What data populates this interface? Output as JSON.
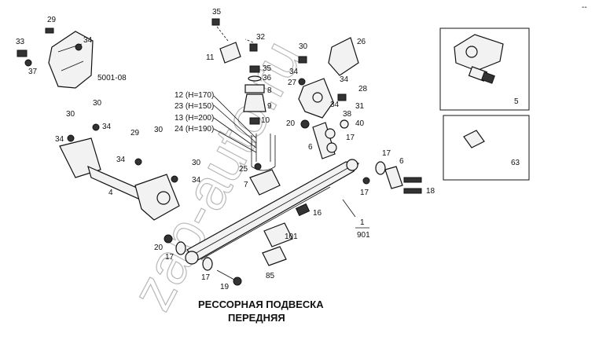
{
  "corner_mark": "--",
  "watermark": "zap-auto.ru",
  "title_line1": "РЕССОРНАЯ ПОДВЕСКА",
  "title_line2": "ПЕРЕДНЯЯ",
  "labels": {
    "l29a": "29",
    "l33": "33",
    "l34a": "34",
    "l37": "37",
    "l5001": "5001-08",
    "l35a": "35",
    "l32": "32",
    "l11": "11",
    "l26": "26",
    "l30a": "30",
    "l35b": "35",
    "l36": "36",
    "l8": "8",
    "l9": "9",
    "l10": "10",
    "l34b": "34",
    "l27": "27",
    "l34c": "34",
    "l28": "28",
    "l34d": "34",
    "l31": "31",
    "l38": "38",
    "l40": "40",
    "l20a": "20",
    "l6a": "6",
    "l17a": "17",
    "l12": "12 (H=170)",
    "l23": "23 (H=150)",
    "l13": "13 (H=200)",
    "l24": "24 (H=190)",
    "l30b": "30",
    "l30c": "30",
    "l34e": "34",
    "l34f": "34",
    "l29b": "29",
    "l30d": "30",
    "l34g": "34",
    "l30e": "30",
    "l34h": "34",
    "l4": "4",
    "l25": "25",
    "l7": "7",
    "l17b": "17",
    "l6b": "6",
    "l17c": "17",
    "l18": "18",
    "l16": "16",
    "l1": "1",
    "l901": "901",
    "l101": "101",
    "l85": "85",
    "l20b": "20",
    "l17d": "17",
    "l17e": "17",
    "l19": "19",
    "l5": "5",
    "l63": "63"
  }
}
